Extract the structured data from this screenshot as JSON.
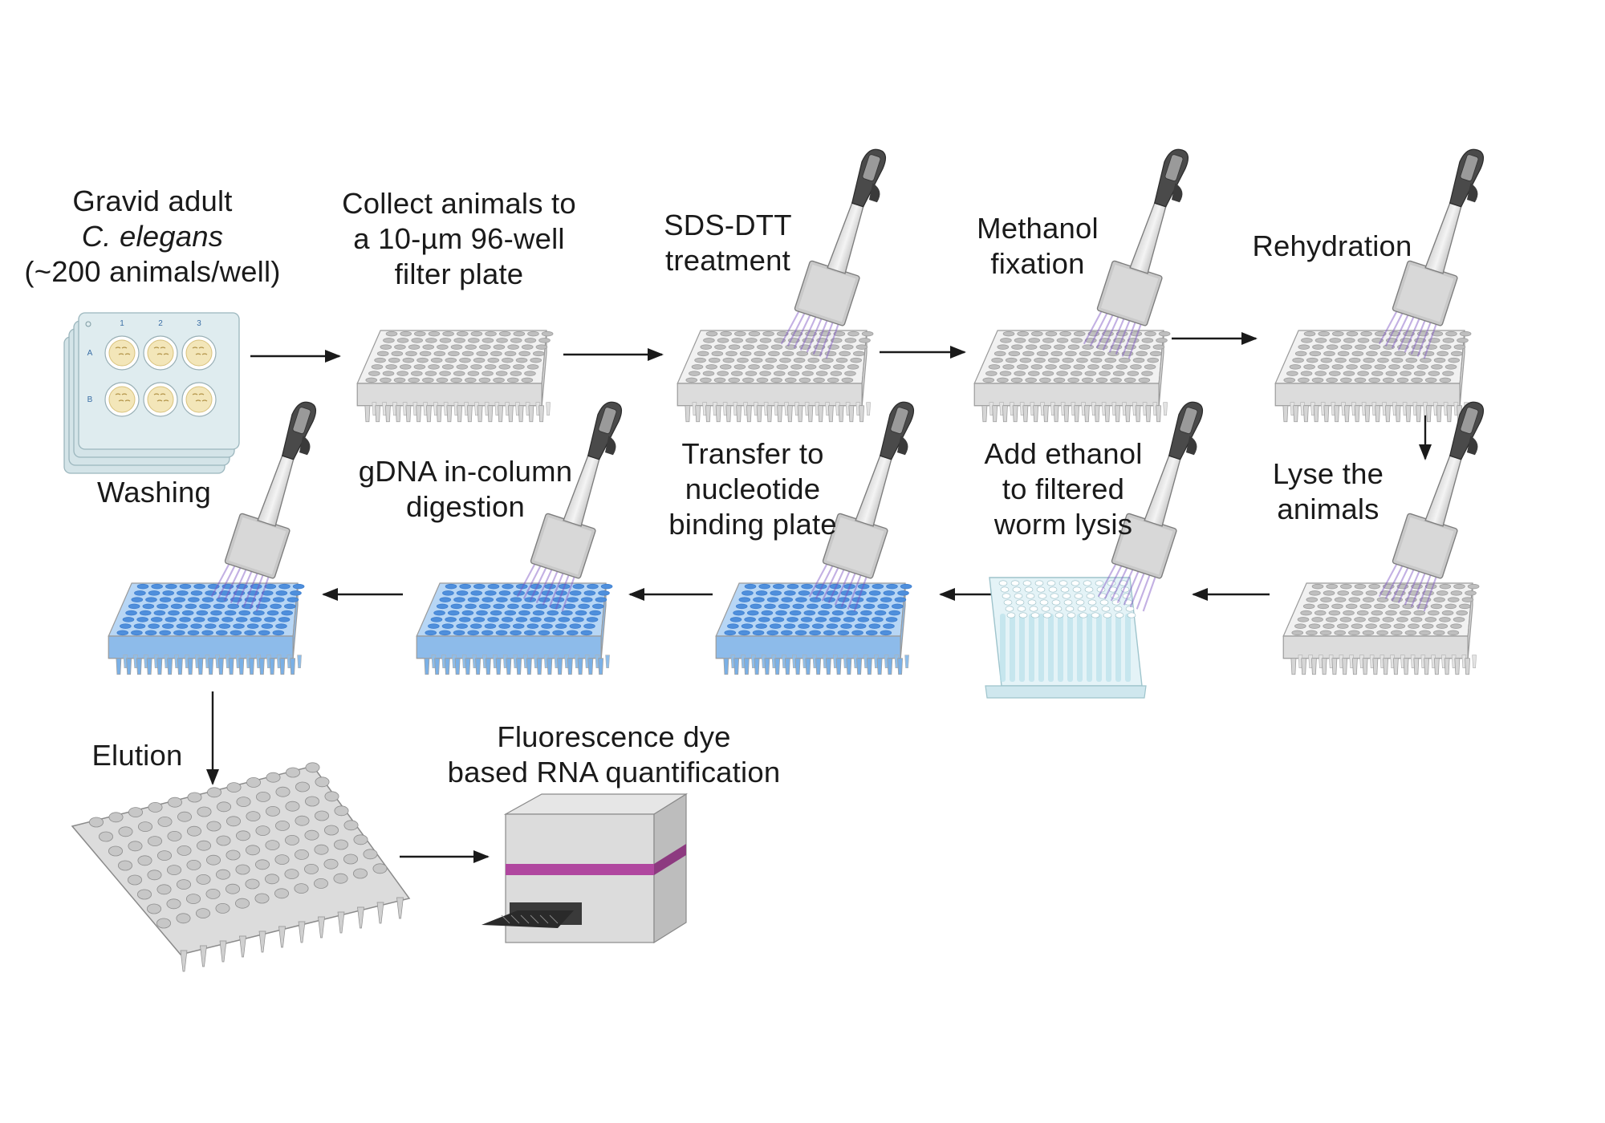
{
  "diagram": {
    "steps": [
      {
        "id": "gravid-adult",
        "lines": [
          "Gravid adult",
          "C. elegans",
          "(~200 animals/well)"
        ],
        "italic_line": 1
      },
      {
        "id": "collect-animals",
        "lines": [
          "Collect animals to",
          "a 10-µm 96-well",
          "filter plate"
        ]
      },
      {
        "id": "sds-dtt",
        "lines": [
          "SDS-DTT",
          "treatment"
        ]
      },
      {
        "id": "methanol-fixation",
        "lines": [
          "Methanol",
          "fixation"
        ]
      },
      {
        "id": "rehydration",
        "lines": [
          "Rehydration"
        ]
      },
      {
        "id": "lyse-animals",
        "lines": [
          "Lyse the",
          "animals"
        ]
      },
      {
        "id": "add-ethanol",
        "lines": [
          "Add ethanol",
          "to filtered",
          "worm lysis"
        ]
      },
      {
        "id": "transfer-binding-plate",
        "lines": [
          "Transfer to",
          "nucleotide",
          "binding plate"
        ]
      },
      {
        "id": "gdna-digestion",
        "lines": [
          "gDNA in-column",
          "digestion"
        ]
      },
      {
        "id": "washing",
        "lines": [
          "Washing"
        ]
      },
      {
        "id": "elution",
        "lines": [
          "Elution"
        ]
      },
      {
        "id": "fluorescence-quant",
        "lines": [
          "Fluorescence dye",
          "based RNA quantification"
        ]
      }
    ],
    "plate_row_labels": [
      "A",
      "B"
    ],
    "plate_col_labels": [
      "1",
      "2",
      "3"
    ],
    "colors": {
      "text": "#1a1a1a",
      "arrow": "#1a1a1a",
      "white_plate": "#eeeeee",
      "blue_plate": "#a9cdf2",
      "pipette_light": "#7a4fc0",
      "reader_stripe": "#b0479f"
    }
  }
}
